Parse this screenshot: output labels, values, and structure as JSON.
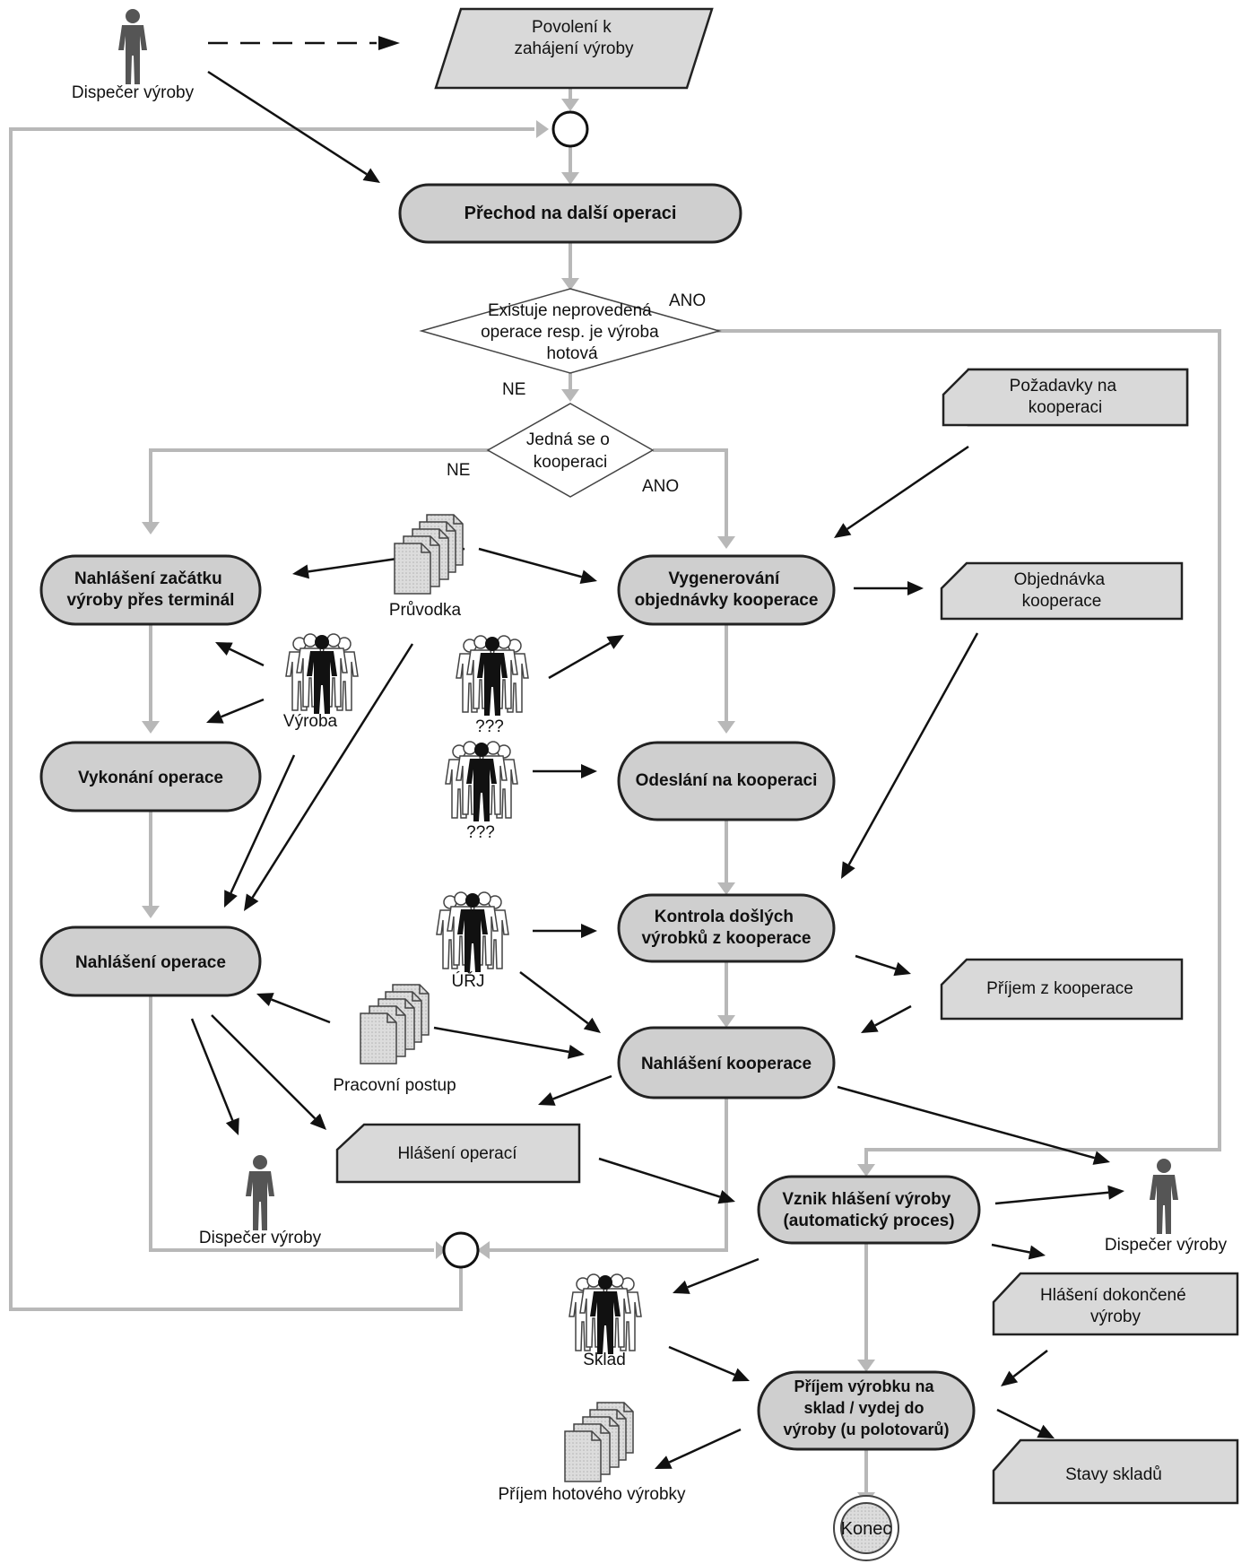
{
  "actors": {
    "dispecer_top": "Dispečer výroby",
    "vyroba": "Výroba",
    "unknown_1": "???",
    "unknown_2": "???",
    "urj": "ÚŘJ",
    "dispecer_bottom": "Dispečer výroby",
    "dispecer_right": "Dispečer výroby",
    "sklad": "Sklad"
  },
  "processes": {
    "prechod": "Přechod na další operaci",
    "nahlaseni_zacatku": [
      "Nahlášení začátku",
      "výroby přes terminál"
    ],
    "vykonani": "Vykonání operace",
    "nahlaseni_operace": "Nahlášení operace",
    "vygenerovani": [
      "Vygenerování",
      "objednávky kooperace"
    ],
    "odeslani": "Odeslání na kooperaci",
    "kontrola": [
      "Kontrola došlých",
      "výrobků z kooperace"
    ],
    "nahlaseni_kooperace": "Nahlášení kooperace",
    "vznik": [
      "Vznik hlášení výroby",
      "(automatický proces)"
    ],
    "prijem_vyrobku": [
      "Příjem výrobku na",
      "sklad / vydej do",
      "výroby (u polotovarů)"
    ]
  },
  "documents": {
    "povoleni": [
      "Povolení k",
      "zahájení výroby"
    ],
    "pozadavky": [
      "Požadavky na",
      "kooperaci"
    ],
    "objednavka": [
      "Objednávka",
      "kooperace"
    ],
    "prijem_kooperace": "Příjem z kooperace",
    "hlaseni_operaci": "Hlášení operací",
    "hlaseni_dokoncene": [
      "Hlášení dokončené",
      "výroby"
    ],
    "stavy_skladu": "Stavy skladů"
  },
  "paper_stacks": {
    "pruvodka": "Průvodka",
    "pracovni_postup": "Pracovní postup",
    "prijem_hotoveho": "Příjem hotového výrobky"
  },
  "decisions": {
    "existuje": [
      "Existuje neprovedená",
      "operace resp. je výroba",
      "hotová"
    ],
    "kooperace": [
      "Jedná se o",
      "kooperaci"
    ]
  },
  "branch_labels": {
    "ano_1": "ANO",
    "ne_1": "NE",
    "ne_2": "NE",
    "ano_2": "ANO"
  },
  "end_node": "Konec"
}
